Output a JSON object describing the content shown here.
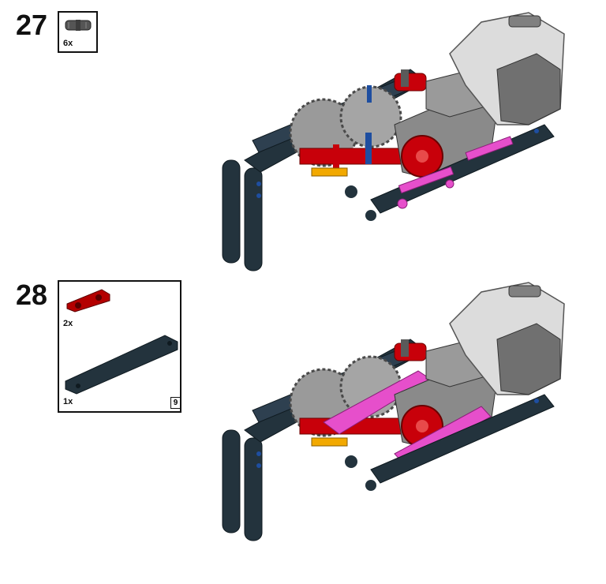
{
  "steps": [
    {
      "number": "27",
      "parts": [
        {
          "name": "connector-peg",
          "qty": "6x",
          "color": "#5a5a5a"
        }
      ]
    },
    {
      "number": "28",
      "parts": [
        {
          "name": "red-beam-3",
          "qty": "2x",
          "color": "#b40000"
        },
        {
          "name": "dark-beam-9",
          "qty": "1x",
          "length": "9",
          "color": "#23333d"
        }
      ]
    }
  ],
  "colors": {
    "dark_beam": "#23333d",
    "red": "#c8000a",
    "magenta": "#e64fcb",
    "light_gray": "#dcdcdc",
    "mid_gray": "#8a8a8a",
    "yellow": "#f2a900",
    "blue": "#1e4ea0"
  }
}
